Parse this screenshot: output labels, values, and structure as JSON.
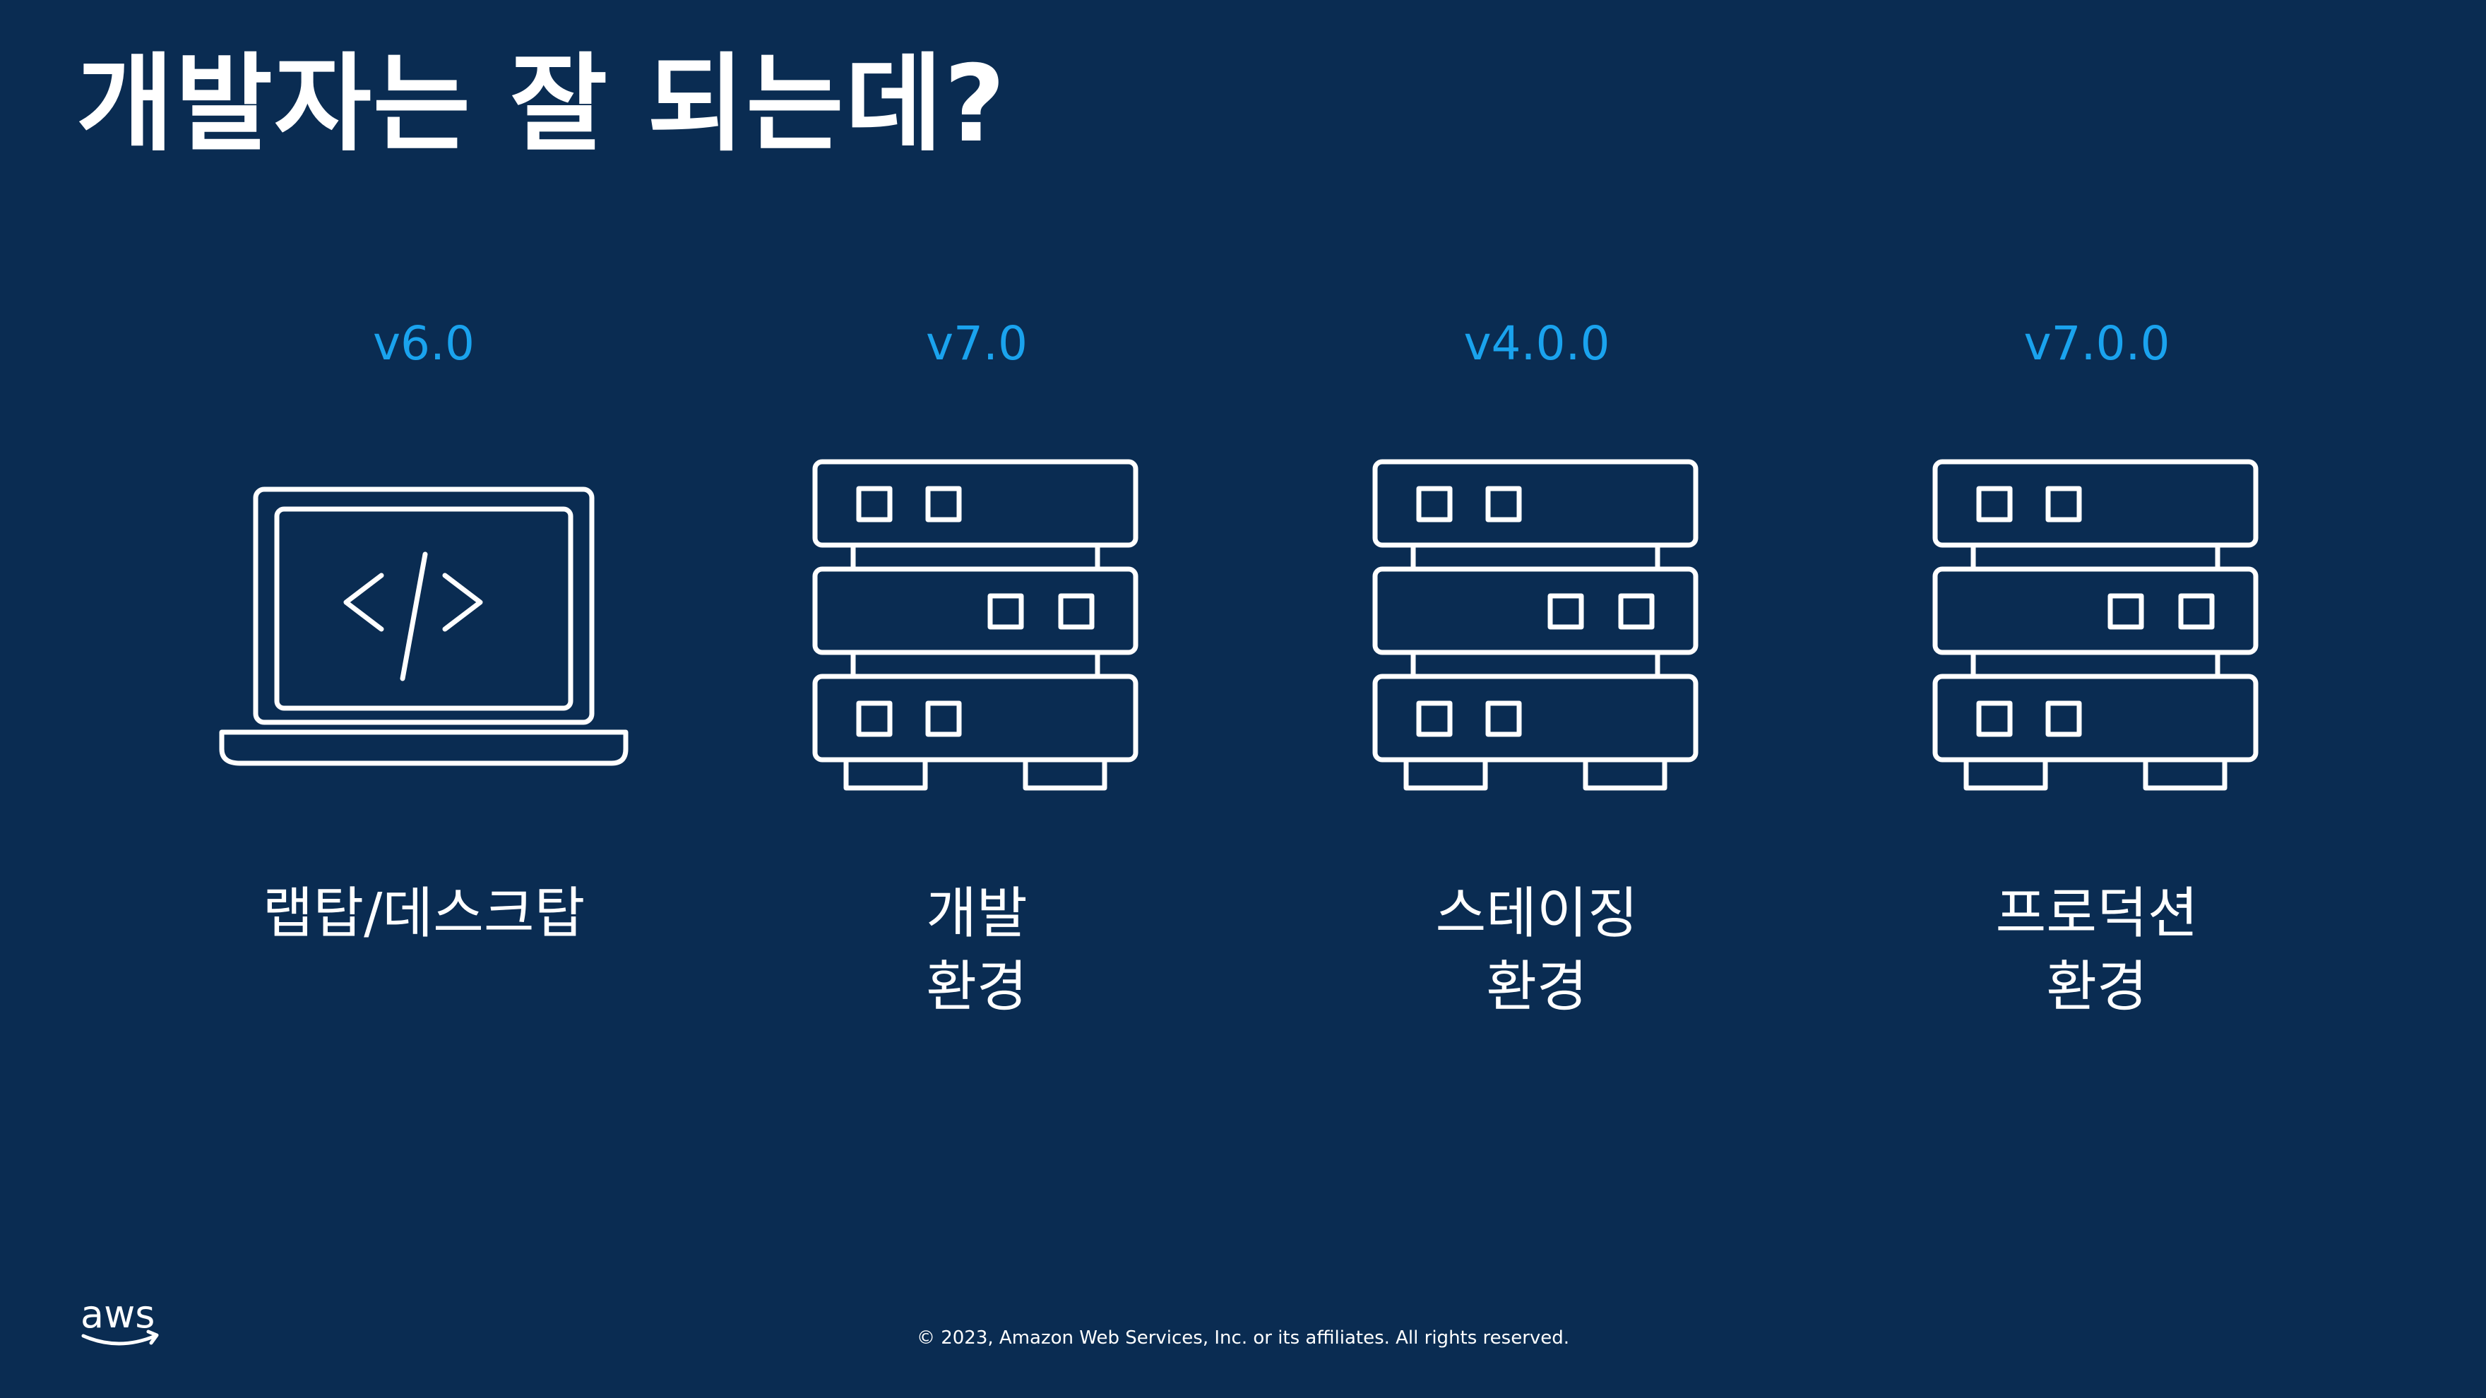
{
  "slide": {
    "title": "개발자는 잘 되는데?"
  },
  "environments": [
    {
      "version": "v6.0",
      "label": "랩탑/데스크탑",
      "icon": "laptop-code-icon"
    },
    {
      "version": "v7.0",
      "label": "개발\n환경",
      "icon": "server-rack-icon"
    },
    {
      "version": "v4.0.0",
      "label": "스테이징\n환경",
      "icon": "server-rack-icon"
    },
    {
      "version": "v7.0.0",
      "label": "프로덕션\n환경",
      "icon": "server-rack-icon"
    }
  ],
  "footer": {
    "logo_text": "aws",
    "copyright": "© 2023, Amazon Web Services, Inc. or its affiliates. All rights reserved."
  },
  "colors": {
    "background": "#0a2c52",
    "version_accent": "#1aa3ee",
    "foreground": "#ffffff"
  }
}
